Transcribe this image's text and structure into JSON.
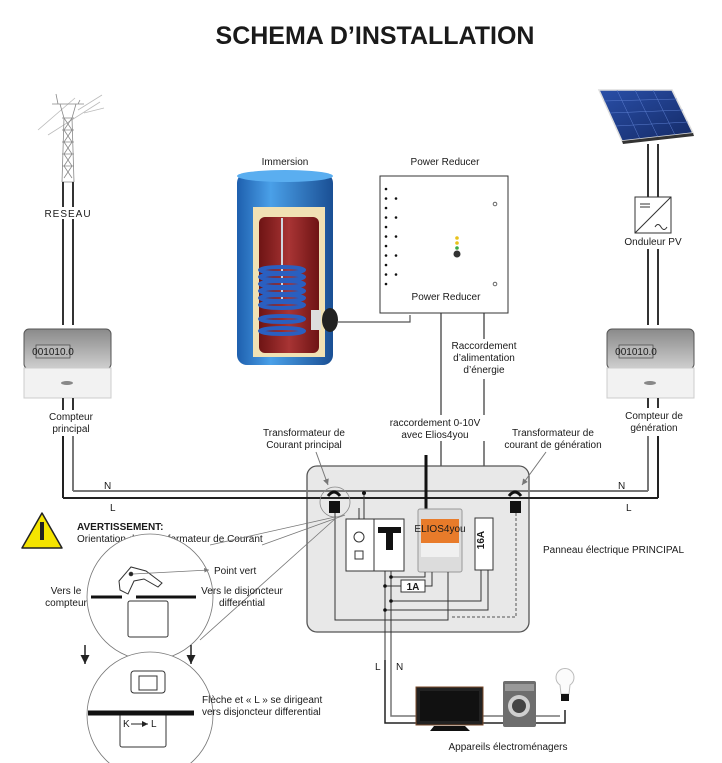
{
  "title": "SCHEMA D’INSTALLATION",
  "labels": {
    "reseau": "RESEAU",
    "immersion": "Immersion",
    "power_reducer": "Power Reducer",
    "power_reducer_logo": "Power Reducer",
    "onduleur": "Onduleur PV",
    "compteur_principal": [
      "Compteur",
      "principal"
    ],
    "compteur_generation": [
      "Compteur de",
      "génération"
    ],
    "raccordement_alim": [
      "Raccordement",
      "d’alimentation",
      "d’énergie"
    ],
    "raccordement_010v": [
      "raccordement 0-10V",
      "avec Elios4you"
    ],
    "tc_principal": [
      "Transformateur de",
      "Courant  principal"
    ],
    "tc_generation": [
      "Transformateur de",
      "courant de génération"
    ],
    "panneau": "Panneau électrique PRINCIPAL",
    "n_left": "N",
    "l_left": "L",
    "n_right": "N",
    "l_right": "L",
    "n_bottom": "N",
    "l_bottom": "L",
    "fuse_1a": "1A",
    "breaker_16a": "16A",
    "elios_logo": "ELIOS4you",
    "appareils": "Appareils électroménagers"
  },
  "warning": {
    "title": "AVERTISSEMENT:",
    "subtitle": "Orientation du Transformateur de Courant",
    "point_vert": "Point vert",
    "vers_compteur": [
      "Vers le",
      "compteur"
    ],
    "vers_disjoncteur": [
      "Vers le disjoncteur",
      "differential"
    ],
    "kl_k": "K",
    "kl_l": "L",
    "fleche_note": [
      "Flèche et « L » se dirigeant",
      "vers  disjoncteur differential"
    ]
  },
  "meter_display": "001010.0",
  "colors": {
    "tank_blue": "#2f7fd0",
    "tank_red": "#8b1e1e",
    "panel_gray": "#e8e8e8",
    "warning_yellow": "#f5e400",
    "elios_orange": "#e87b2a",
    "led_green": "#3aa845",
    "led_yellow": "#e8c21a",
    "solar_blue": "#1d3a8a"
  }
}
